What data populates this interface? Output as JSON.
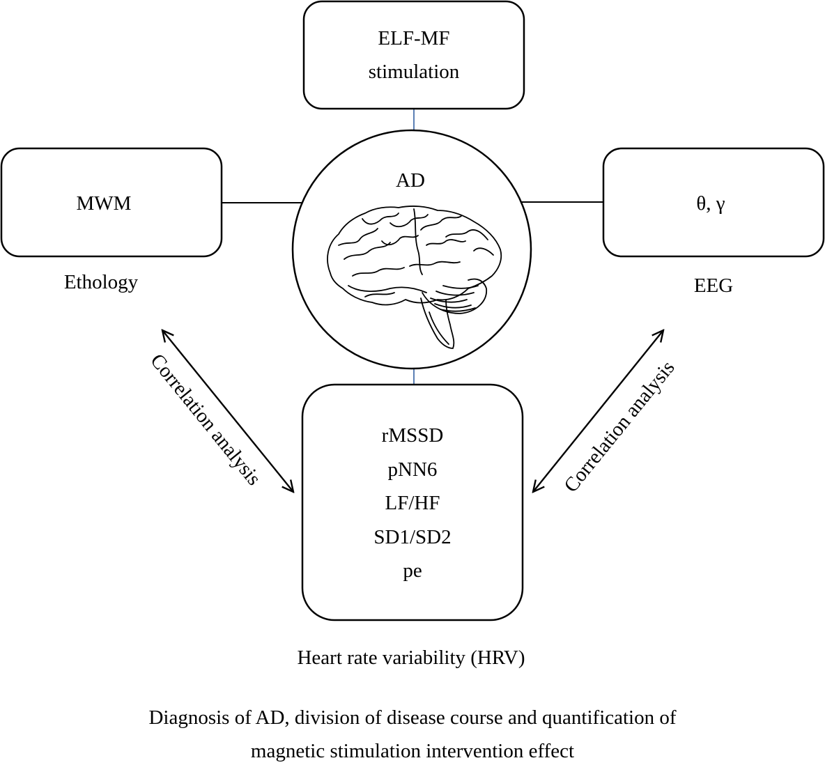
{
  "nodes": {
    "stimulation": {
      "lines": [
        "ELF-MF",
        "stimulation"
      ]
    },
    "center": {
      "title": "AD",
      "image": "brain-illustration"
    },
    "left": {
      "box_text": "MWM",
      "caption": "Ethology"
    },
    "right": {
      "box_text": "θ, γ",
      "caption": "EEG"
    },
    "bottom": {
      "metrics": [
        "rMSSD",
        "pNN6",
        "LF/HF",
        "SD1/SD2",
        "pe"
      ],
      "caption": "Heart rate variability (HRV)"
    }
  },
  "arrows": {
    "left_label": "Correlation analysis",
    "right_label": "Correlation analysis"
  },
  "footer": {
    "lines": [
      "Diagnosis of AD, division of disease course and quantification of",
      "magnetic stimulation intervention effect"
    ]
  },
  "colors": {
    "line": "#000000",
    "connector_blue": "#5b7fb4"
  }
}
